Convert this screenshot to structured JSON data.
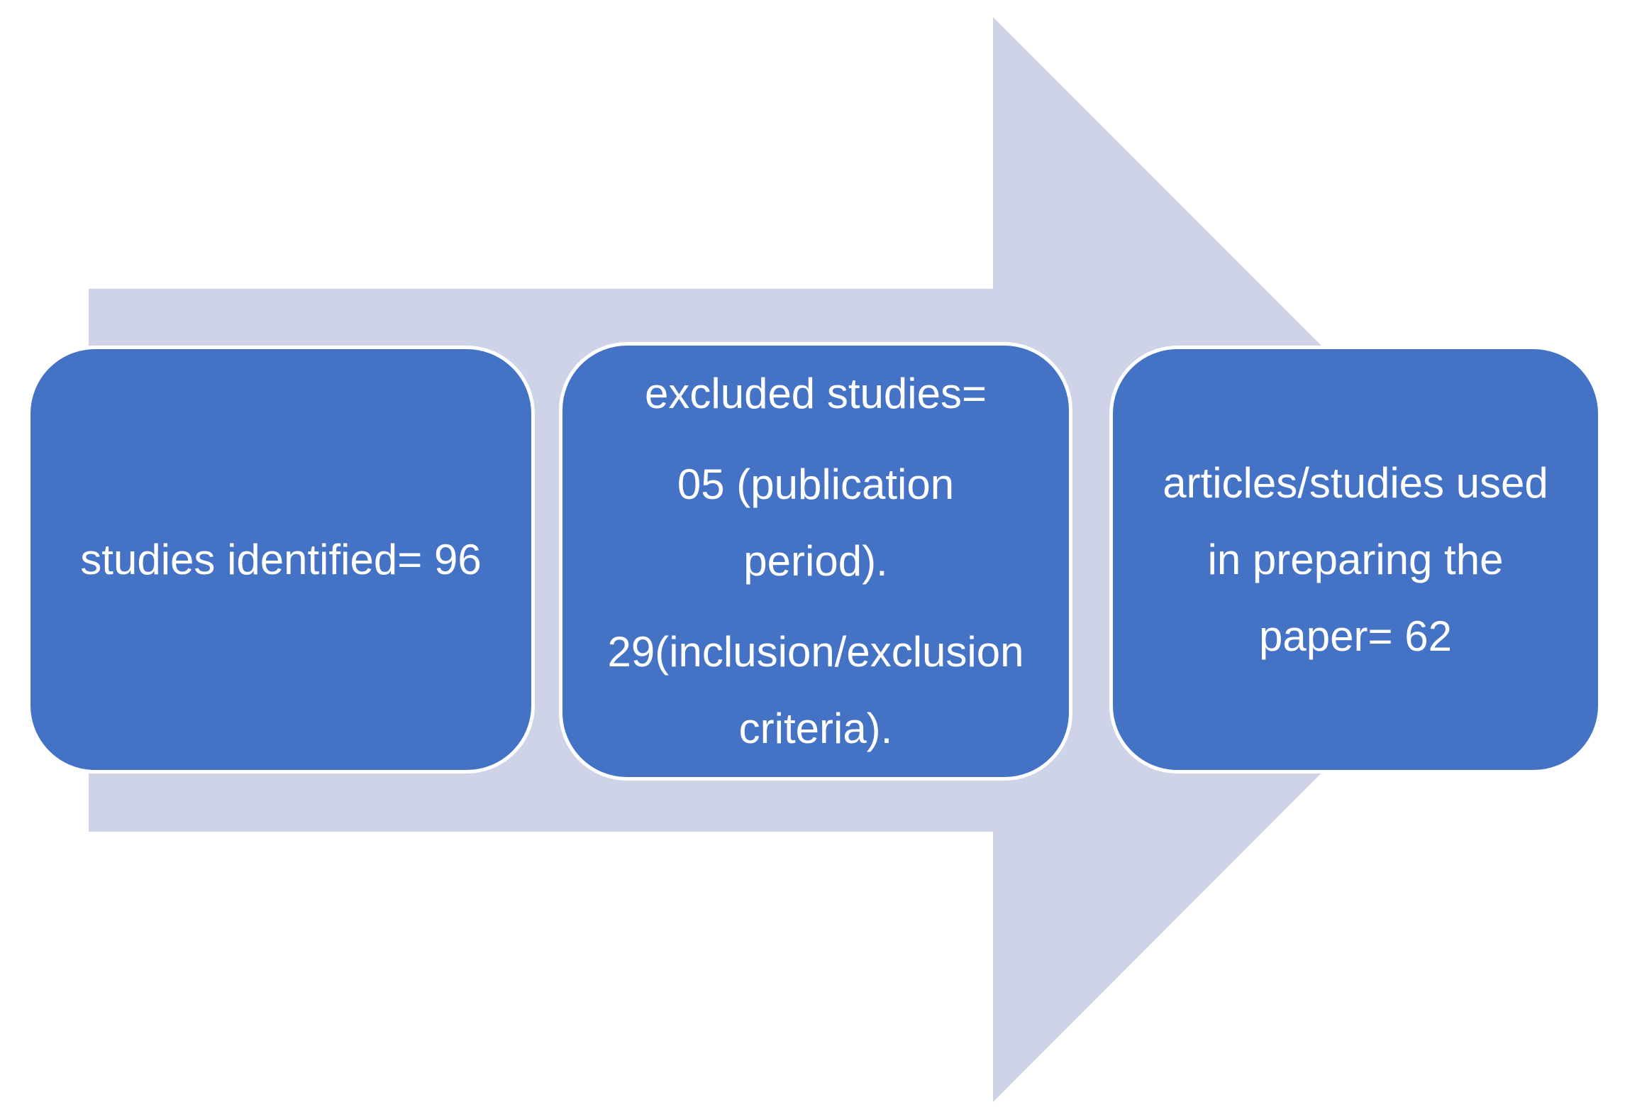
{
  "diagram": {
    "type": "smartart-process-arrow",
    "background_color": "#FFFFFF",
    "arrow": {
      "direction": "right",
      "fill": "#CED3E8"
    },
    "step_style": {
      "fill": "#4472C4",
      "stroke": "#FFFFFF",
      "text_color": "#FFFFFF"
    },
    "steps": [
      {
        "name": "studies-identified",
        "paragraphs": [
          "studies identified= 96"
        ]
      },
      {
        "name": "excluded-studies",
        "paragraphs": [
          "excluded studies=",
          "05 (publication period).",
          "29(inclusion/exclusion criteria)."
        ]
      },
      {
        "name": "articles-used",
        "paragraphs": [
          "articles/studies used in preparing the paper= 62"
        ]
      }
    ]
  }
}
